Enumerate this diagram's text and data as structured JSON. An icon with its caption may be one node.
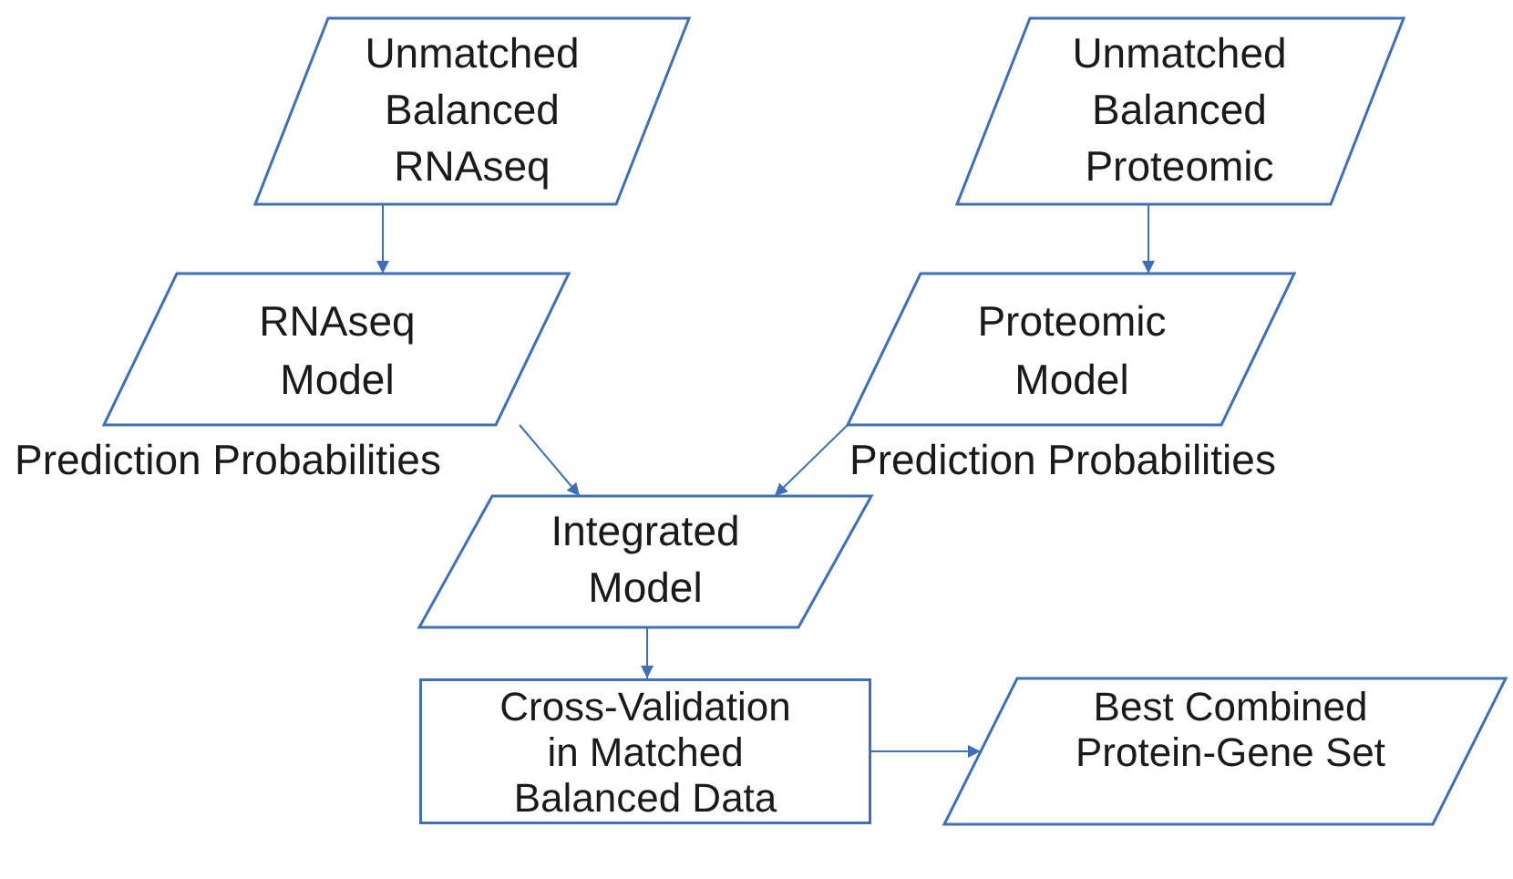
{
  "diagram": {
    "nodes": [
      {
        "text": [
          "Unmatched Balanced RNAseq"
        ]
      },
      {
        "text": [
          "Unmatched Balanced Proteomic"
        ]
      },
      {
        "text": [
          "RNAseq Model",
          "Prediction Probabilities"
        ]
      },
      {
        "text": [
          "Proteomic Model",
          "Prediction Probabilities"
        ]
      },
      {
        "text": [
          "Integrated Model"
        ]
      },
      {
        "text": [
          "Cross-Validation in Matched Balanced Data"
        ]
      },
      {
        "text": [
          "Best Combined Protein-Gene Set"
        ]
      }
    ],
    "edges": [
      {
        "from": 0,
        "to": 2,
        "arrow": "to"
      },
      {
        "from": 1,
        "to": 3,
        "arrow": "to"
      },
      {
        "from": 2,
        "to": 4,
        "arrow": "to"
      },
      {
        "from": 3,
        "to": 4,
        "arrow": "to"
      },
      {
        "from": 4,
        "to": 5,
        "arrow": "to"
      },
      {
        "from": 5,
        "to": 6,
        "arrow": "to"
      }
    ]
  }
}
